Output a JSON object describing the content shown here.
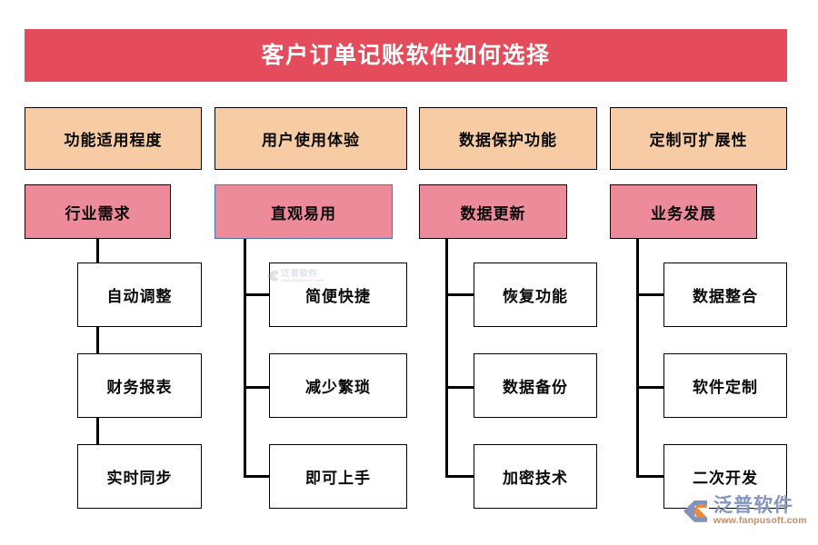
{
  "title": {
    "text": "客户订单记账软件如何选择",
    "background_color": "#e44b5b",
    "text_color": "#ffffff"
  },
  "colors": {
    "banner_red": "#e44b5b",
    "category_orange": "#f7cca4",
    "subcategory_pink": "#ee8b9b",
    "leaf_white": "#ffffff",
    "outline_black": "#000000",
    "selected_border_blue": "#4a72b8"
  },
  "columns": [
    {
      "category": "功能适用程度",
      "subcategory": "行业需求",
      "subcategory_selected": false,
      "leaves": [
        "自动调整",
        "财务报表",
        "实时同步"
      ]
    },
    {
      "category": "用户使用体验",
      "subcategory": "直观易用",
      "subcategory_selected": true,
      "leaves": [
        "简便快捷",
        "减少繁琐",
        "即可上手"
      ]
    },
    {
      "category": "数据保护功能",
      "subcategory": "数据更新",
      "subcategory_selected": false,
      "leaves": [
        "恢复功能",
        "数据备份",
        "加密技术"
      ]
    },
    {
      "category": "定制可扩展性",
      "subcategory": "业务发展",
      "subcategory_selected": false,
      "leaves": [
        "数据整合",
        "软件定制",
        "二次开发"
      ]
    }
  ],
  "watermark": {
    "name": "泛普软件",
    "url": "www.fanpusoft.com",
    "mark_blue": "#7f93bb",
    "mark_orange": "#e8893b"
  }
}
